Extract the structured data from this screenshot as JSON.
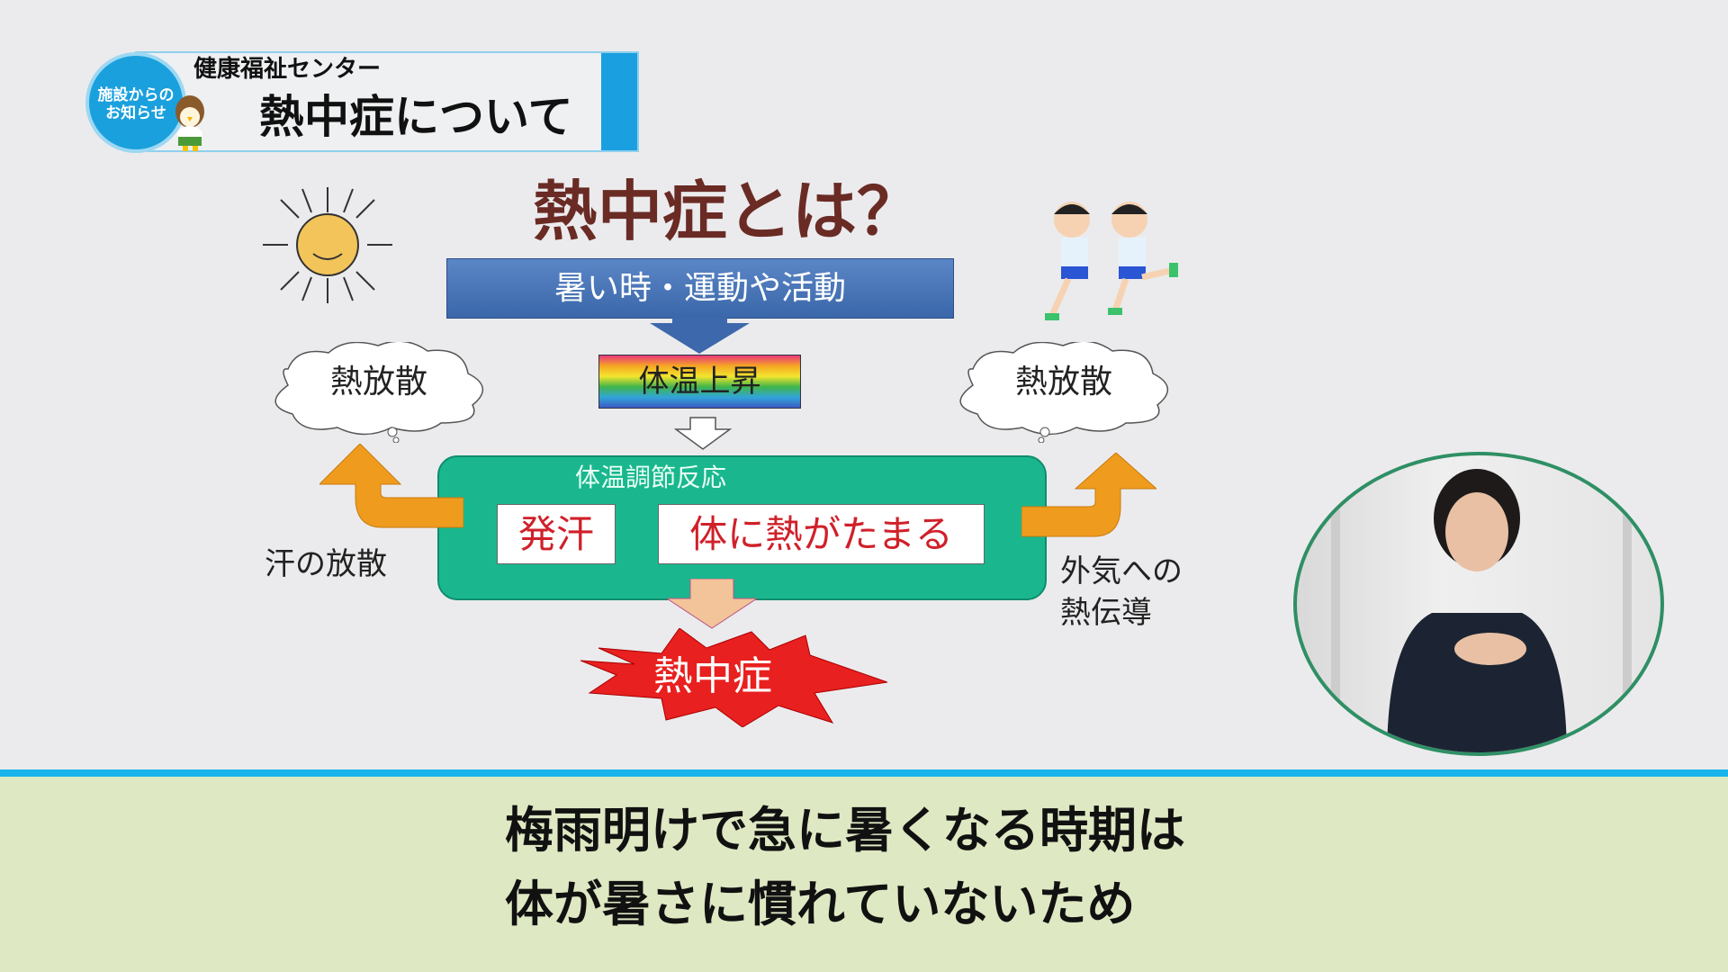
{
  "header": {
    "badge_line1": "施設からの",
    "badge_line2": "お知らせ",
    "organization": "健康福祉センター",
    "title": "熱中症について"
  },
  "slide": {
    "title": "熱中症とは？",
    "cause": "暑い時・運動や活動",
    "body_temp_rise": "体温上昇",
    "heat_dissipation_left": "熱放散",
    "heat_dissipation_right": "熱放散",
    "regulation_label": "体温調節反応",
    "sweating": "発汗",
    "heat_accumulates": "体に熱がたまる",
    "sweat_dissipation": "汗の放散",
    "conduction_line1": "外気への",
    "conduction_line2": "熱伝導",
    "result": "熱中症"
  },
  "captions": {
    "line1": "梅雨明けで急に暑くなる時期は",
    "line2": "体が暑さに慣れていないため"
  },
  "colors": {
    "accent": "#19b4ec",
    "green_box": "#1ab78e",
    "title": "#6a2b25",
    "alert": "#e8201f",
    "caption_bg": "#dee8c3"
  }
}
